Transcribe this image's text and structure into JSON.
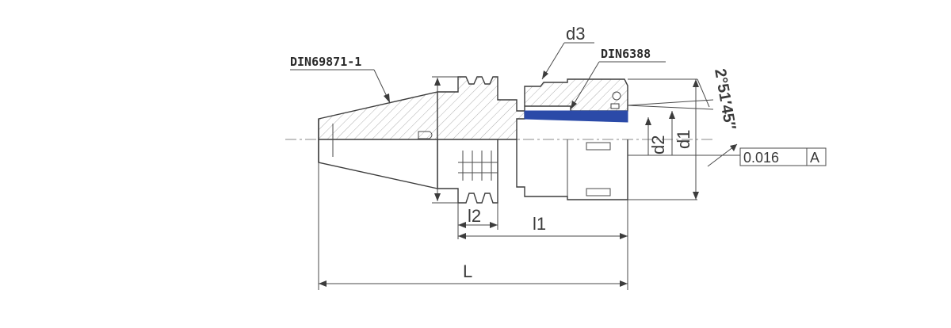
{
  "labels": {
    "standard_shank": "DIN69871-1",
    "standard_collet": "DIN6388",
    "d3": "d3",
    "d2": "d2",
    "d1": "d1",
    "l2": "l2",
    "l1": "l1",
    "L": "L",
    "angle": "2°51′45″",
    "tolerance_value": "0.016",
    "datum": "A"
  },
  "colors": {
    "line": "#3c3c3c",
    "collet_band": "#2b4aa8",
    "background": "#ffffff"
  }
}
